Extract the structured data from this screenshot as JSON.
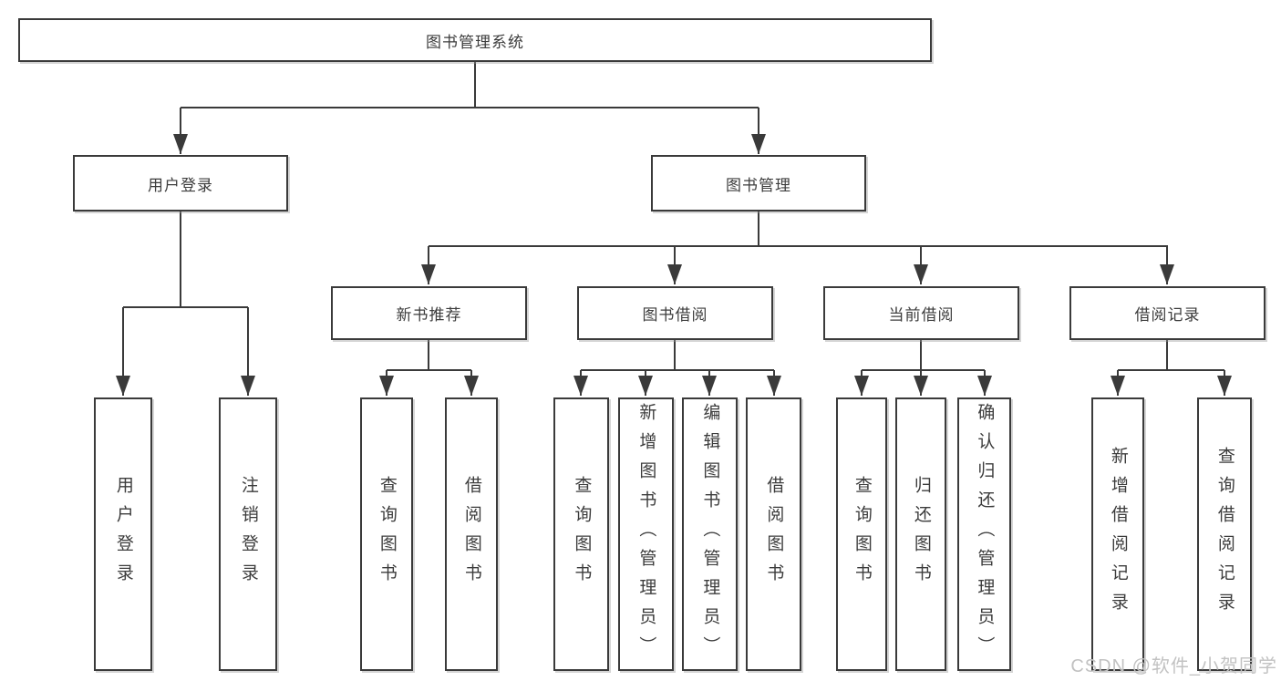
{
  "tree": {
    "root": {
      "label": "图书管理系统"
    },
    "branches": [
      {
        "label": "用户登录",
        "children": [
          {
            "label": "用户登录"
          },
          {
            "label": "注销登录"
          }
        ]
      },
      {
        "label": "图书管理",
        "children": [
          {
            "label": "新书推荐",
            "children": [
              {
                "label": "查询图书"
              },
              {
                "label": "借阅图书"
              }
            ]
          },
          {
            "label": "图书借阅",
            "children": [
              {
                "label": "查询图书"
              },
              {
                "label": "新增图书（管理员）"
              },
              {
                "label": "编辑图书（管理员）"
              },
              {
                "label": "借阅图书"
              }
            ]
          },
          {
            "label": "当前借阅",
            "children": [
              {
                "label": "查询图书"
              },
              {
                "label": "归还图书"
              },
              {
                "label": "确认归还（管理员）"
              }
            ]
          },
          {
            "label": "借阅记录",
            "children": [
              {
                "label": "新增借阅记录"
              },
              {
                "label": "查询借阅记录"
              }
            ]
          }
        ]
      }
    ]
  },
  "watermark": {
    "text": "CSDN @软件_小贺同学"
  },
  "colors": {
    "line": "#3a3a3a",
    "text": "#3c3c3c",
    "watermark": "#c2c2c2",
    "box_background": "#ffffff"
  }
}
